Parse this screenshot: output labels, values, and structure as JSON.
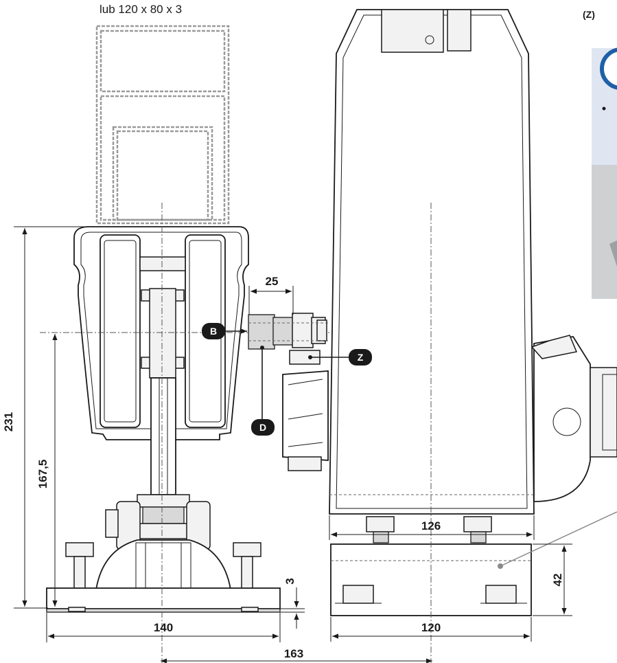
{
  "labels": {
    "profile_note": "lub 120 x 80 x 3",
    "panel_marker": "(Z)"
  },
  "dimensions": {
    "d231": "231",
    "d167_5": "167,5",
    "d25": "25",
    "d3": "3",
    "d140": "140",
    "d163": "163",
    "d126": "126",
    "d42": "42",
    "d120": "120"
  },
  "callouts": {
    "b": "B",
    "z": "Z",
    "d": "D"
  },
  "colors": {
    "line": "#1a1a1a",
    "badge": "#1a1a1a",
    "info_icon": "#1f5fa8",
    "panel_bg": "#dfe6f2",
    "photo_bg": "#cfd0d2"
  },
  "icons": {
    "info": "info-circle-icon",
    "arrow": "arrow-head-icon"
  }
}
